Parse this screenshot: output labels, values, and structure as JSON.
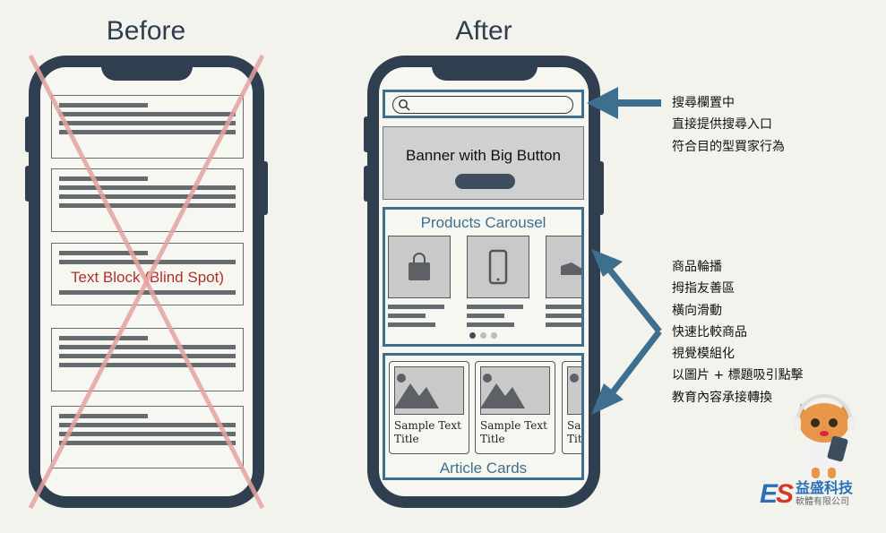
{
  "before": {
    "title": "Before",
    "blind_spot": "Text Block (Blind Spot)"
  },
  "after": {
    "title": "After",
    "banner": "Banner with Big Button",
    "products_title": "Products Carousel",
    "articles_title": "Article Cards",
    "card_text": [
      "Sample Text Title",
      "Sample Text Title",
      "Sample Text Title"
    ]
  },
  "notes_search": [
    "搜尋欄置中",
    "直接提供搜尋入口",
    "符合目的型買家行為"
  ],
  "notes_content": [
    "商品輪播",
    "拇指友善區",
    "橫向滑動",
    "快速比較商品",
    "視覺模組化",
    "以圖片 + 標題吸引點擊",
    "教育內容承接轉換"
  ],
  "logo": {
    "mark": "ES",
    "name": "益盛科技",
    "sub": "軟體有限公司"
  },
  "colors": {
    "accent": "#3f6f8f",
    "phone": "#2f3f50",
    "cross": "#e8a0a0",
    "blind": "#b03030"
  }
}
